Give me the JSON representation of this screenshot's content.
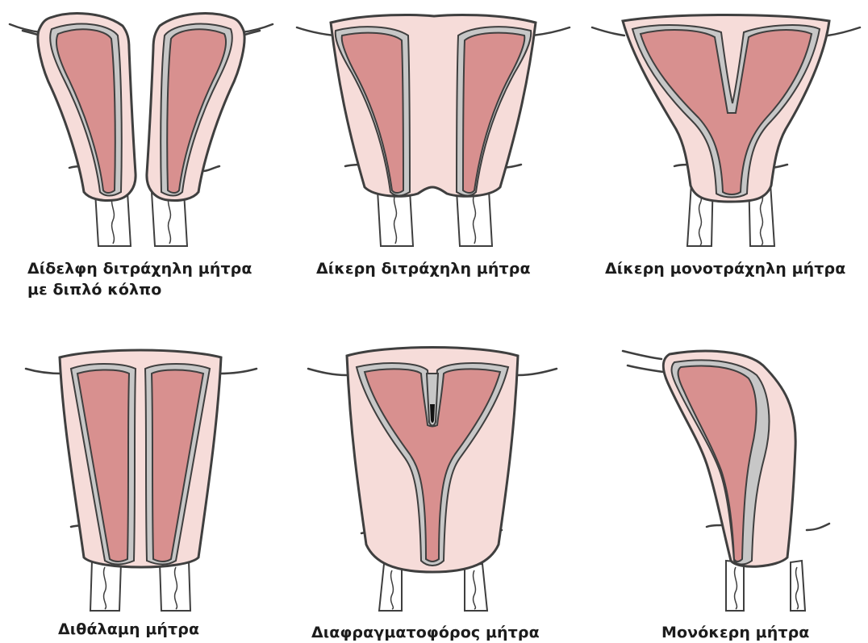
{
  "colors": {
    "uterus_fill": "#f6dcd9",
    "cavity_fill": "#d8908f",
    "lining_band": "#c7c7c7",
    "outline": "#3f3f3f",
    "vagina_fill": "#ffffff"
  },
  "figures": [
    {
      "id": "didelphys",
      "caption_lines": [
        "Δίδελφη διτράχηλη μήτρα",
        "με διπλό κόλπο"
      ],
      "icon": "uterus-didelphys-icon"
    },
    {
      "id": "bicornuate-bicollis",
      "caption_lines": [
        "Δίκερη διτράχηλη μήτρα"
      ],
      "icon": "uterus-bicornuate-bicollis-icon"
    },
    {
      "id": "bicornuate-unicollis",
      "caption_lines": [
        "Δίκερη μονοτράχηλη μήτρα"
      ],
      "icon": "uterus-bicornuate-unicollis-icon"
    },
    {
      "id": "septate-complete",
      "caption_lines": [
        "Διθάλαμη μήτρα"
      ],
      "icon": "uterus-septate-complete-icon"
    },
    {
      "id": "septate-partial",
      "caption_lines": [
        "Διαφραγματοφόρος μήτρα"
      ],
      "icon": "uterus-septate-partial-icon"
    },
    {
      "id": "unicornuate",
      "caption_lines": [
        "Μονόκερη μήτρα"
      ],
      "icon": "uterus-unicornuate-icon"
    }
  ]
}
